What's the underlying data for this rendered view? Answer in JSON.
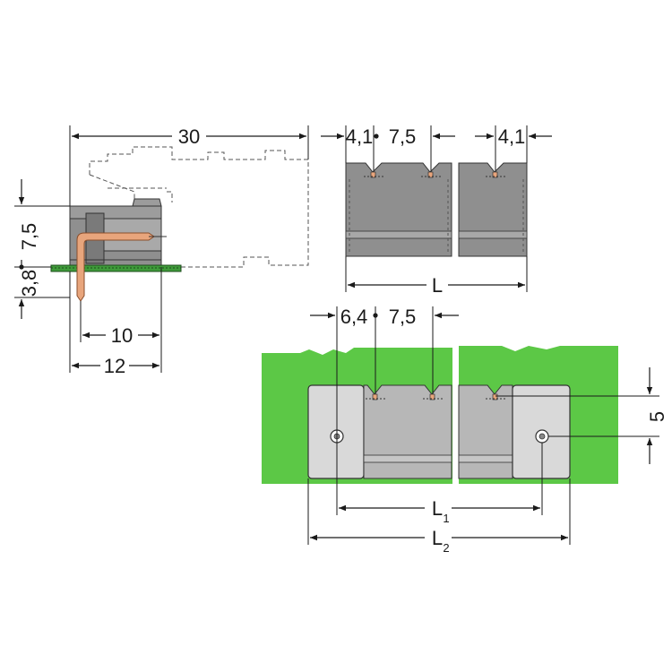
{
  "colors": {
    "housing": "#8f8f8f",
    "housing_light": "#b7b7b7",
    "flange": "#d9d9d9",
    "pcb": "#5cc846",
    "pin": "#e8a57c",
    "line": "#1a1a1a"
  },
  "side_view": {
    "dim_overall_length": "30",
    "dim_height": "7,5",
    "dim_pcb_offset": "3,8",
    "dim_pin_distance": "10",
    "dim_base_depth": "12"
  },
  "top_view": {
    "dim_edge_left": "4,1",
    "dim_pitch": "7,5",
    "dim_edge_right": "4,1",
    "dim_length": "L"
  },
  "flange_view": {
    "dim_flange_edge": "6,4",
    "dim_pitch": "7,5",
    "dim_screw_offset": "5",
    "dim_l1_main": "L",
    "dim_l1_sub": "1",
    "dim_l2_main": "L",
    "dim_l2_sub": "2"
  }
}
